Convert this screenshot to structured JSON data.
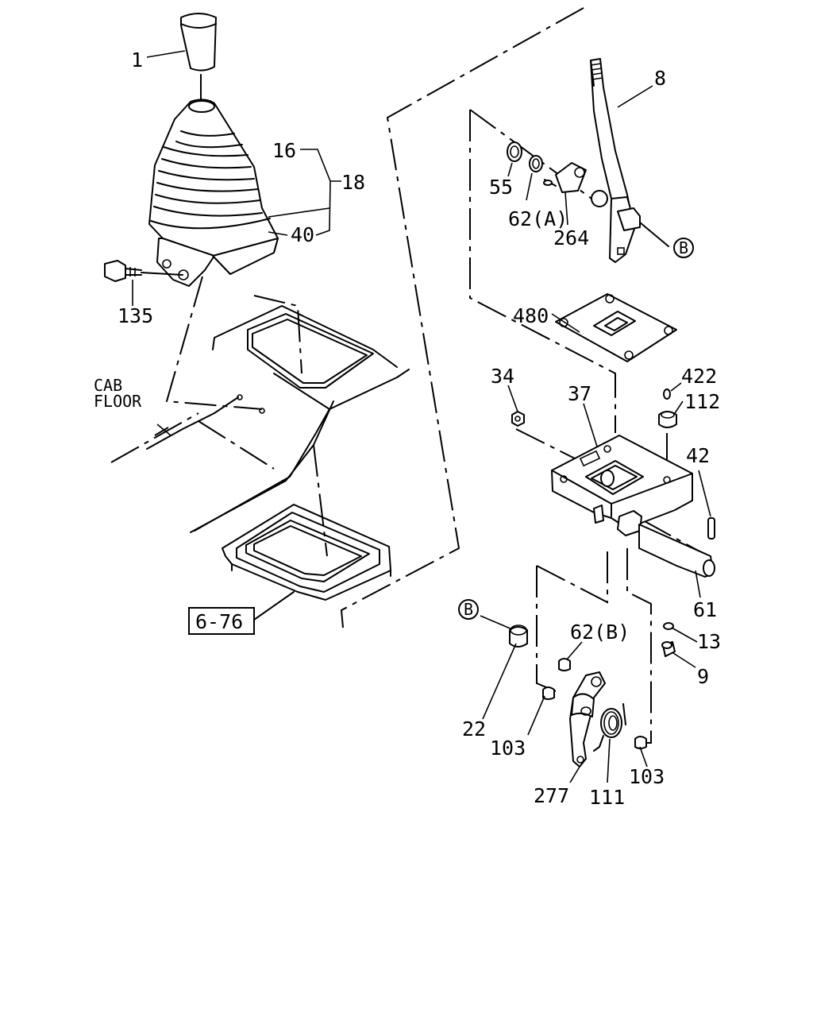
{
  "labels": {
    "p1": "1",
    "p8": "8",
    "p16": "16",
    "p18": "18",
    "p40": "40",
    "p135": "135",
    "p55": "55",
    "p62a": "62(A)",
    "p264": "264",
    "pB1": "B",
    "p480": "480",
    "p34": "34",
    "p37": "37",
    "p422": "422",
    "p112": "112",
    "p42": "42",
    "p61": "61",
    "p13": "13",
    "p9": "9",
    "pB2": "B",
    "p62b": "62(B)",
    "p22": "22",
    "p103a": "103",
    "p103b": "103",
    "p277": "277",
    "p111": "111",
    "cab1": "CAB",
    "cab2": "FLOOR",
    "ref": "6-76"
  }
}
